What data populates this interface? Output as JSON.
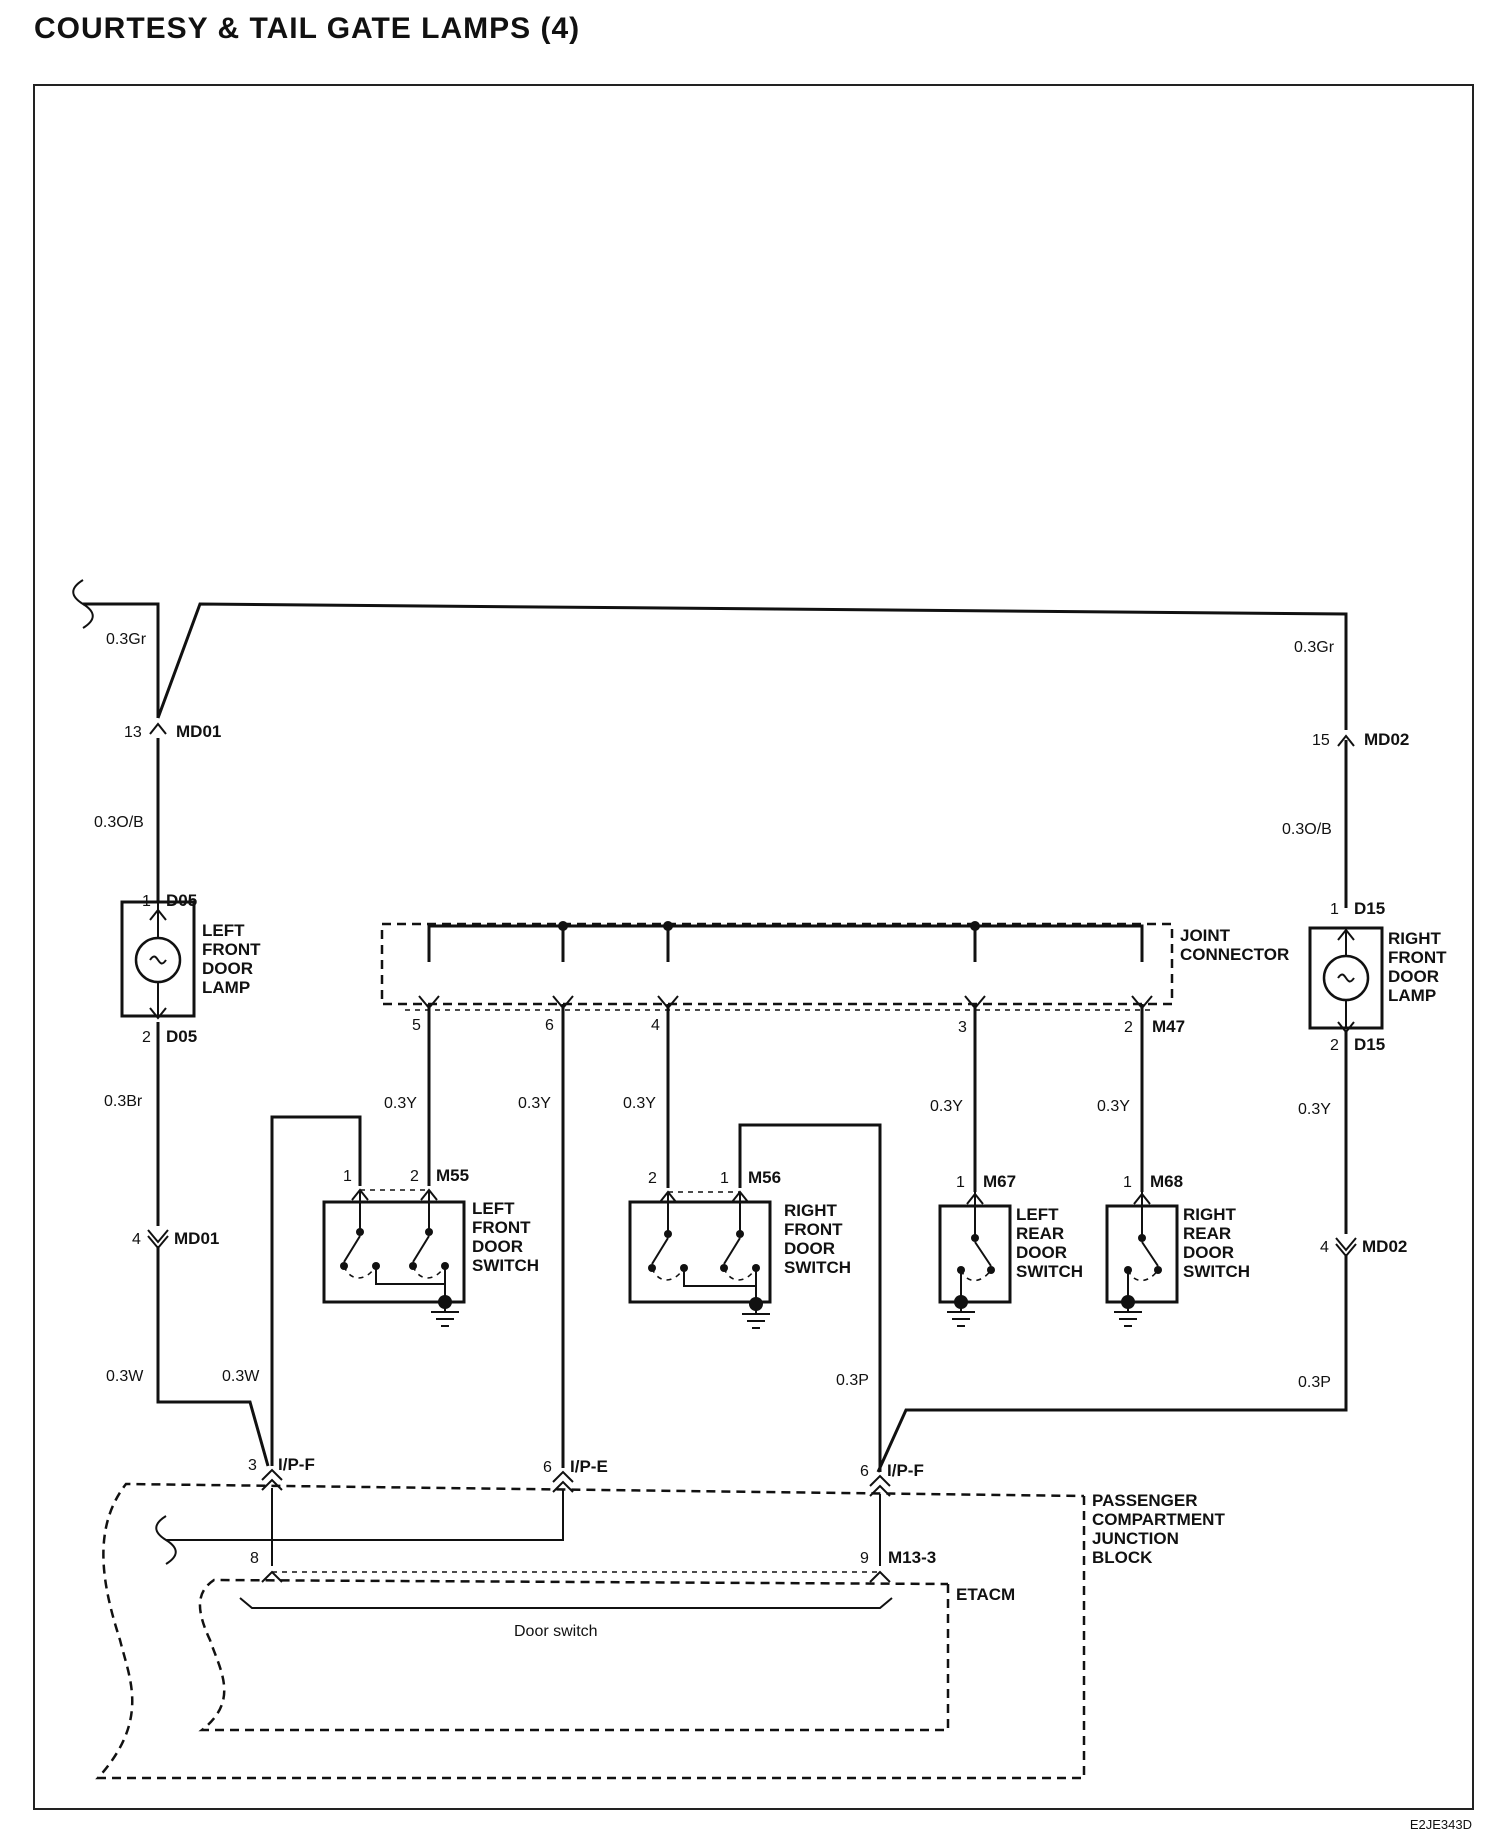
{
  "title": "COURTESY & TAIL GATE LAMPS (4)",
  "diagram_code": "E2JE343D",
  "wires": {
    "left_top": "0.3Gr",
    "right_top": "0.3Gr",
    "left_ob": "0.3O/B",
    "right_ob": "0.3O/B",
    "left_br": "0.3Br",
    "y_m55": "0.3Y",
    "y_ipe": "0.3Y",
    "y_m56": "0.3Y",
    "y_m67": "0.3Y",
    "y_m68": "0.3Y",
    "y_d15": "0.3Y",
    "w_left": "0.3W",
    "w_mid": "0.3W",
    "p_mid": "0.3P",
    "p_right": "0.3P"
  },
  "connectors": {
    "md01_top": {
      "pin": "13",
      "name": "MD01"
    },
    "md02_top": {
      "pin": "15",
      "name": "MD02"
    },
    "d05_top": {
      "pin": "1",
      "name": "D05"
    },
    "d05_bot": {
      "pin": "2",
      "name": "D05"
    },
    "d15_top": {
      "pin": "1",
      "name": "D15"
    },
    "d15_bot": {
      "pin": "2",
      "name": "D15"
    },
    "md01_bot": {
      "pin": "4",
      "name": "MD01"
    },
    "md02_bot": {
      "pin": "4",
      "name": "MD02"
    },
    "m47": {
      "pins": [
        "5",
        "6",
        "4",
        "3",
        "2"
      ],
      "name": "M47"
    },
    "m55": {
      "pins": [
        "1",
        "2"
      ],
      "name": "M55"
    },
    "m56": {
      "pins": [
        "2",
        "1"
      ],
      "name": "M56"
    },
    "m67": {
      "pin": "1",
      "name": "M67"
    },
    "m68": {
      "pin": "1",
      "name": "M68"
    },
    "ipf_left": {
      "pin": "3",
      "name": "I/P-F"
    },
    "ipe": {
      "pin": "6",
      "name": "I/P-E"
    },
    "ipf_right": {
      "pin": "6",
      "name": "I/P-F"
    },
    "m13_left": {
      "pin": "8"
    },
    "m13_right": {
      "pin": "9",
      "name": "M13-3"
    }
  },
  "components": {
    "left_lamp": [
      "LEFT",
      "FRONT",
      "DOOR",
      "LAMP"
    ],
    "right_lamp": [
      "RIGHT",
      "FRONT",
      "DOOR",
      "LAMP"
    ],
    "joint_connector": [
      "JOINT",
      "CONNECTOR"
    ],
    "lf_switch": [
      "LEFT",
      "FRONT",
      "DOOR",
      "SWITCH"
    ],
    "rf_switch": [
      "RIGHT",
      "FRONT",
      "DOOR",
      "SWITCH"
    ],
    "lr_switch": [
      "LEFT",
      "REAR",
      "DOOR",
      "SWITCH"
    ],
    "rr_switch": [
      "RIGHT",
      "REAR",
      "DOOR",
      "SWITCH"
    ],
    "junction_block": [
      "PASSENGER",
      "COMPARTMENT",
      "JUNCTION",
      "BLOCK"
    ],
    "etacm": "ETACM",
    "door_switch_note": "Door switch"
  }
}
